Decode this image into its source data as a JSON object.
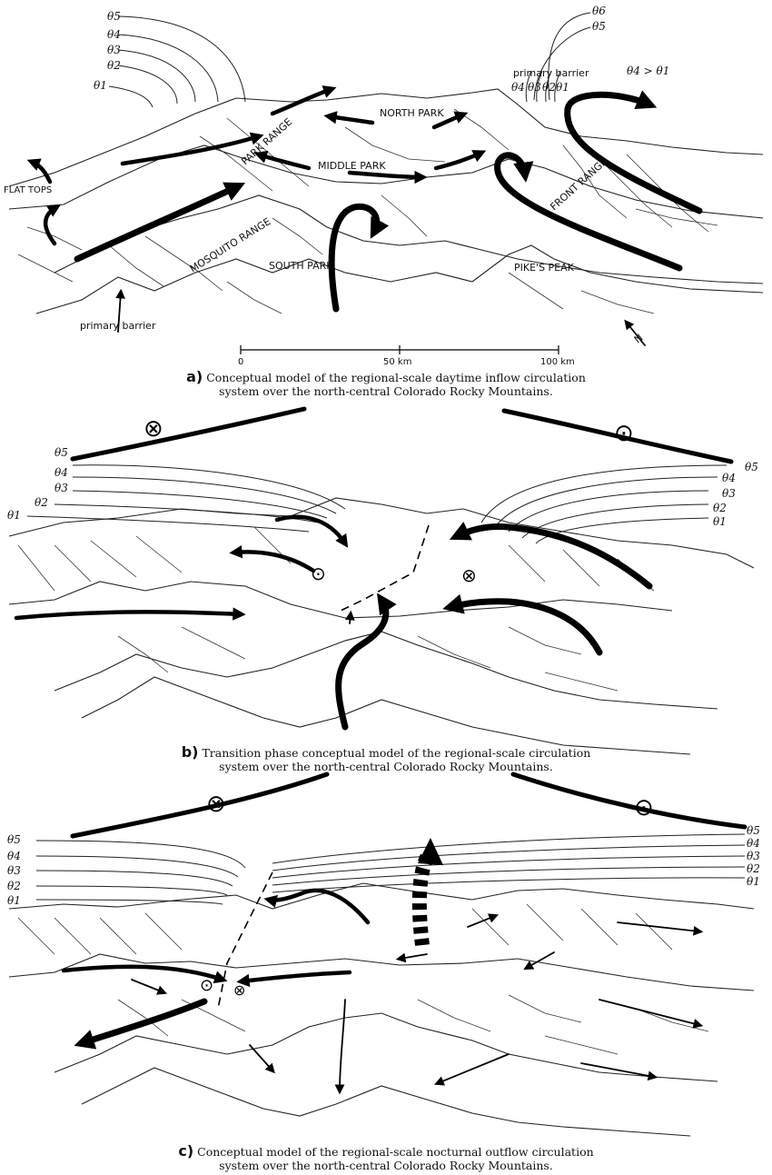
{
  "panel_a": {
    "theta_left": [
      "θ5",
      "θ4",
      "θ3",
      "θ2",
      "θ1"
    ],
    "theta_right": [
      "θ6",
      "θ5",
      "θ4",
      "θ3",
      "θ2",
      "θ1"
    ],
    "theta_relation": "θ4 > θ1",
    "labels": {
      "primary_barrier_top": "primary barrier",
      "primary_barrier_bottom": "primary barrier",
      "north_park": "NORTH PARK",
      "middle_park": "MIDDLE PARK",
      "south_park": "SOUTH PARK",
      "park_range": "PARK RANGE",
      "mosquito_range": "MOSQUITO RANGE",
      "front_range": "FRONT RANGE",
      "flat_tops": "FLAT TOPS",
      "pikes_peak": "PIKE'S PEAK",
      "north_arrow": "N"
    },
    "scale": [
      "0",
      "50 km",
      "100 km"
    ],
    "caption_letter": "a)",
    "caption_line1": "Conceptual model of the regional-scale daytime inflow circulation",
    "caption_line2": "system over the north-central Colorado Rocky Mountains."
  },
  "panel_b": {
    "theta_left": [
      "θ5",
      "θ4",
      "θ3",
      "θ2",
      "θ1"
    ],
    "theta_right": [
      "θ5",
      "θ4",
      "θ3",
      "θ2",
      "θ1"
    ],
    "sym_into": "⊗",
    "sym_out": "⊙",
    "caption_letter": "b)",
    "caption_line1": "Transition phase conceptual model of the regional-scale circulation",
    "caption_line2": "system over the north-central Colorado Rocky Mountains."
  },
  "panel_c": {
    "theta_left": [
      "θ5",
      "θ4",
      "θ3",
      "θ2",
      "θ1"
    ],
    "theta_right": [
      "θ5",
      "θ4",
      "θ3",
      "θ2",
      "θ1"
    ],
    "sym_into": "⊗",
    "sym_out": "⊙",
    "caption_letter": "c)",
    "caption_line1": "Conceptual model of the regional-scale nocturnal outflow circulation",
    "caption_line2": "system over the north-central Colorado Rocky Mountains."
  }
}
